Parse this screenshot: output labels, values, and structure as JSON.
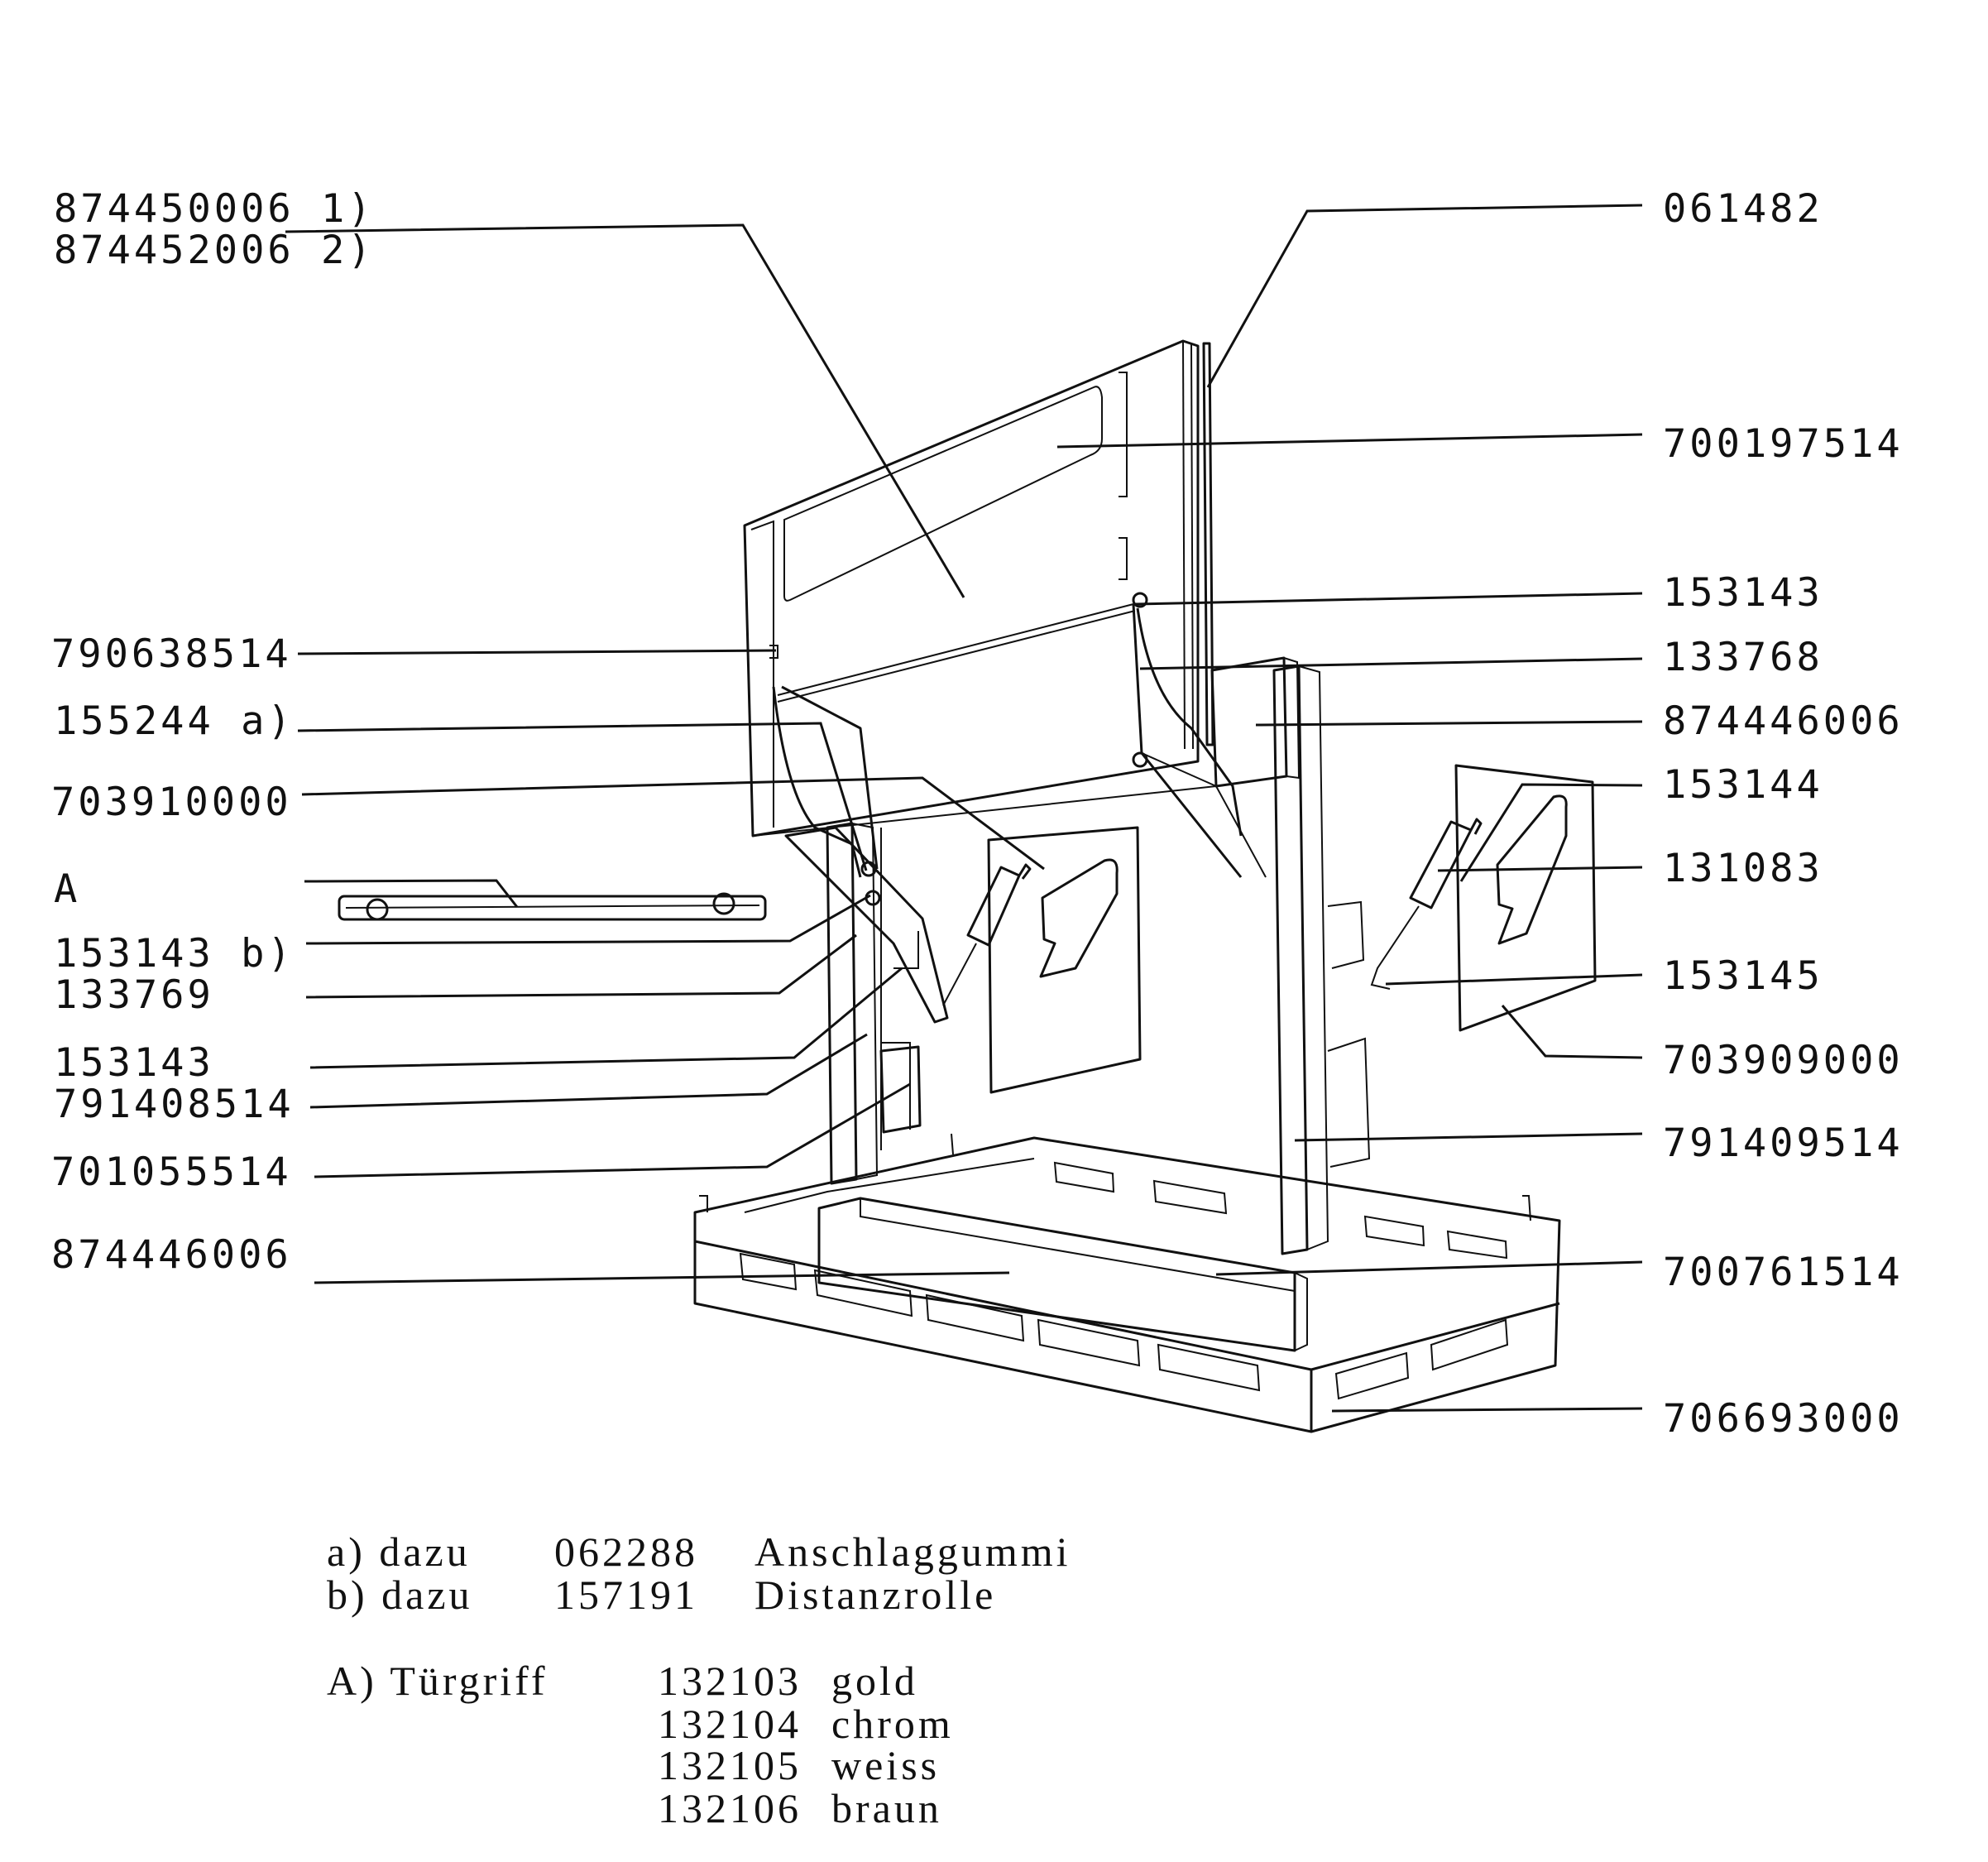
{
  "labels": {
    "l874450006": "874450006 1)",
    "l874452006": "874452006 2)",
    "l061482": "061482",
    "l700197514": "700197514",
    "l153143_r": "153143",
    "l133768": "133768",
    "l874446006_r": "874446006",
    "l153144": "153144",
    "l131083": "131083",
    "l153145": "153145",
    "l703909000": "703909000",
    "l791409514": "791409514",
    "l700761514": "700761514",
    "l706693000": "706693000",
    "l790638514": "790638514",
    "l155244": "155244 a)",
    "l703910000": "703910000",
    "lA": "A",
    "l153143b": "153143 b)",
    "l133769": "133769",
    "l153143_l": "153143",
    "l791408514": "791408514",
    "l701055514": "701055514",
    "l874446006_l": "874446006"
  },
  "notes": {
    "a_prefix": "a) dazu",
    "a_code": "062288",
    "a_name": "Anschlaggummi",
    "b_prefix": "b) dazu",
    "b_code": "157191",
    "b_name": "Distanzrolle",
    "A_prefix": "A) Türgriff",
    "handle_options": [
      {
        "code": "132103",
        "name": "gold"
      },
      {
        "code": "132104",
        "name": "chrom"
      },
      {
        "code": "132105",
        "name": "weiss"
      },
      {
        "code": "132106",
        "name": "braun"
      }
    ]
  }
}
